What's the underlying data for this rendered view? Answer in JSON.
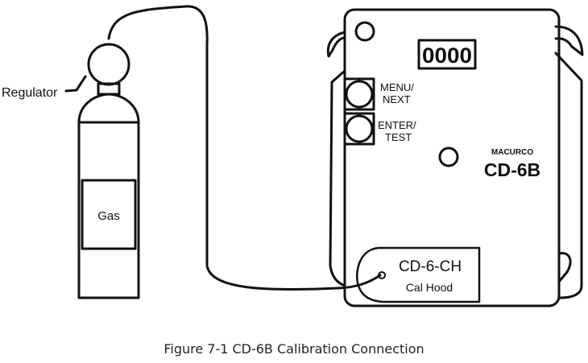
{
  "figure": {
    "caption": "Figure 7-1 CD-6B Calibration Connection"
  },
  "cylinder": {
    "regulator_label": "Regulator",
    "gas_label": "Gas"
  },
  "device": {
    "brand": "MACURCO",
    "model": "CD-6B",
    "display_value": "0000",
    "buttons": [
      {
        "line1": "MENU/",
        "line2": "NEXT"
      },
      {
        "line1": "ENTER/",
        "line2": "TEST"
      }
    ]
  },
  "cal_hood": {
    "model": "CD-6-CH",
    "label": "Cal Hood"
  }
}
